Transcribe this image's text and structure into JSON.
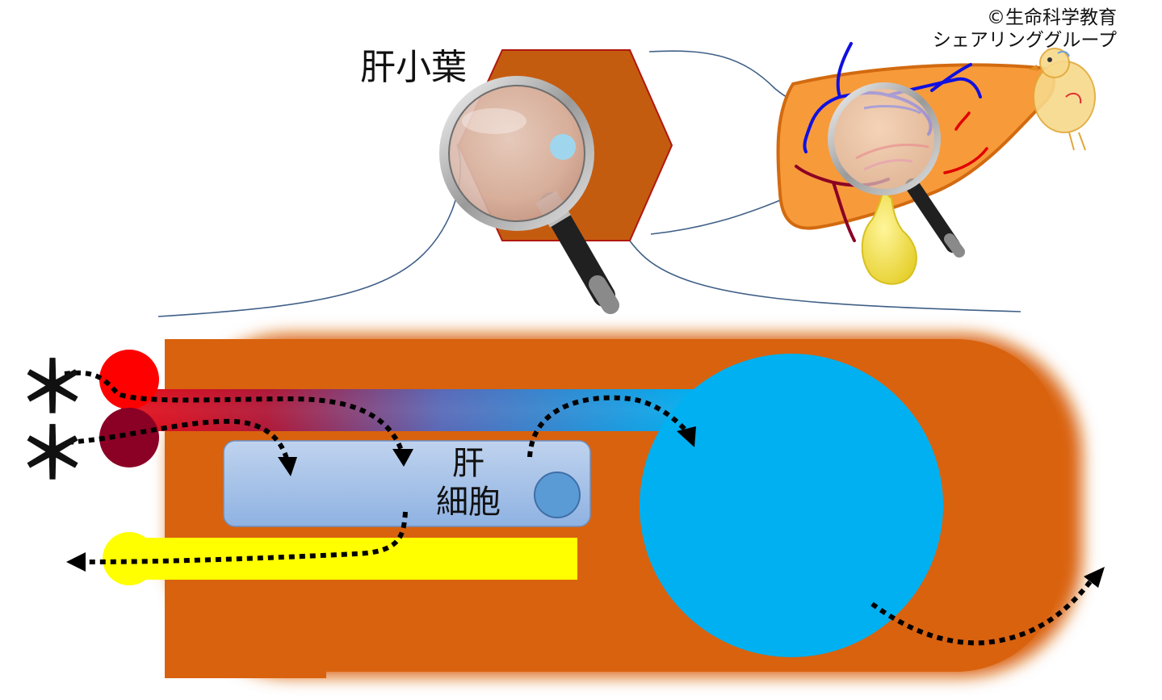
{
  "labels": {
    "lobule": "肝小葉",
    "hepatocyte_line1": "肝",
    "hepatocyte_line2": "細胞",
    "copyright_line1": "©生命科学教育",
    "copyright_line2": "シェアリンググループ",
    "asterisk": "＊"
  },
  "colors": {
    "lobule_hex": "#c45c10",
    "background_tissue": "#d9620e",
    "liver": "#f79a3a",
    "hepatic_artery": "#ff0000",
    "portal_vein": "#8b0025",
    "central_vein": "#00b0f0",
    "hepatocyte": "#a7c4e8",
    "nucleus": "#5b9bd5",
    "bile_duct": "#ffff00",
    "gallbladder": "#f2e04a",
    "blue_vessel": "#1010e0",
    "red_vessel": "#e00000",
    "arrow": "#000000"
  }
}
